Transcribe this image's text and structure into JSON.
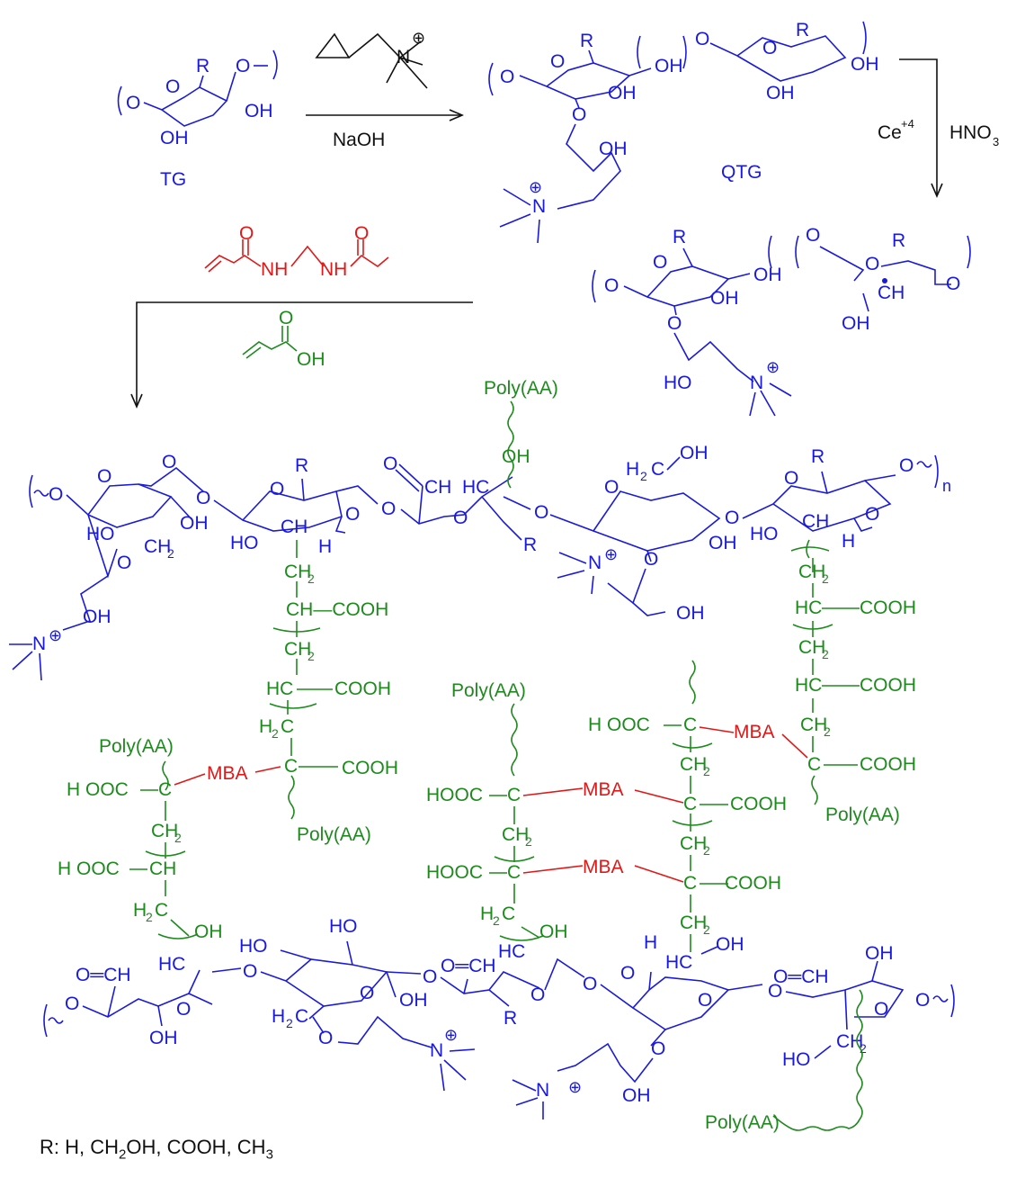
{
  "colors": {
    "backbone": "#1a1adc",
    "polymer": "#1e8a1e",
    "crosslinker": "#e01818",
    "text": "#111111"
  },
  "step1": {
    "reactant_label": "TG",
    "reactant_groups": {
      "r": "R",
      "oh1": "OH",
      "oh2": "OH",
      "o_bridge": "O",
      "o_ring": "O",
      "o_left": "O"
    },
    "reagent_cation": "⊕",
    "reagent_n": "N",
    "condition": "NaOH",
    "product_label": "QTG"
  },
  "qtg": {
    "r1": "R",
    "r2": "R",
    "oh1": "OH",
    "oh2": "OH",
    "oh3": "OH",
    "oh4": "OH",
    "o_ring1": "O",
    "o_ring2": "O",
    "o_glyc": "O",
    "o_link": "O",
    "o_left": "O",
    "cation": "⊕",
    "n": "N"
  },
  "step2": {
    "reagent1": "Ce",
    "reagent1_charge": "+4",
    "reagent2": "HNO",
    "reagent2_sub": "3"
  },
  "radical": {
    "r": "R",
    "oh1": "OH",
    "oh2": "OH",
    "ho": "HO",
    "ch": "CH",
    "aldehyde_o": "O",
    "o1": "O",
    "o2": "O",
    "o3": "O",
    "o4": "O",
    "o5": "O",
    "cation": "⊕",
    "n": "N"
  },
  "step3": {
    "crosslinker_o1": "O",
    "crosslinker_o2": "O",
    "crosslinker_nh1": "NH",
    "crosslinker_nh2": "NH",
    "monomer_o": "O",
    "monomer_oh": "OH"
  },
  "network": {
    "subscript_n": "n",
    "poly_aa": "Poly(AA)",
    "mba": "MBA",
    "cooh": "COOH",
    "hooc": "HOOC",
    "h_ooc": "H OOC",
    "ch2": "CH",
    "two": "2",
    "hc": "HC",
    "ch": "CH",
    "c": "C",
    "oh": "OH",
    "ho": "HO",
    "o": "O",
    "h": "H",
    "r": "R",
    "n_atom": "N",
    "cation": "⊕",
    "o_ch": "O═CH",
    "h2c": "H",
    "dash_cooh": "—COOH",
    "ch_cooh": "CH—COOH"
  },
  "legend": {
    "prefix": "R: H, CH",
    "sub1": "2",
    "mid": "OH, COOH, CH",
    "sub2": "3"
  }
}
